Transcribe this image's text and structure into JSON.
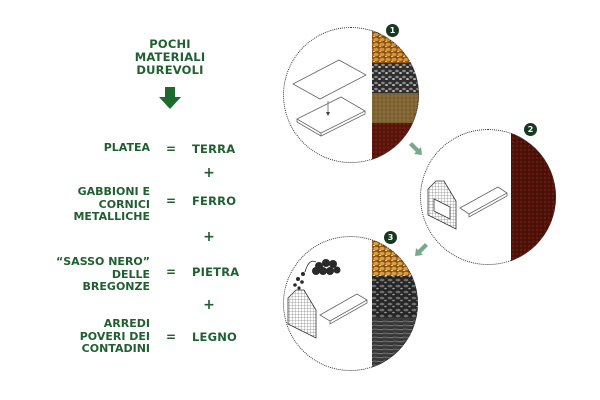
{
  "colors": {
    "text_green": "#1f5f30",
    "badge_bg": "#17391f",
    "flow_arrow": "#7aa88a",
    "soil_red": "#6a1a10",
    "sand": "#8a6a3a",
    "gravel_dark": "#3a3a3a",
    "wood_orange": "#b47a2a"
  },
  "header": {
    "title_lines": [
      "POCHI",
      "MATERIALI",
      "DUREVOLI"
    ],
    "arrow_icon": "down-arrow-icon"
  },
  "equations": [
    {
      "lhs_lines": [
        "PLATEA"
      ],
      "eq": "=",
      "rhs": "TERRA"
    },
    {
      "lhs_lines": [
        "GABBIONI E",
        "CORNICI",
        "METALLICHE"
      ],
      "eq": "=",
      "rhs": "FERRO"
    },
    {
      "lhs_lines": [
        "“SASSO NERO”",
        "DELLE",
        "BREGONZE"
      ],
      "eq": "=",
      "rhs": "PIETRA"
    },
    {
      "lhs_lines": [
        "ARREDI",
        "POVERI DEI",
        "CONTADINI"
      ],
      "eq": "=",
      "rhs": "LEGNO"
    }
  ],
  "plus_sign": "+",
  "steps": [
    {
      "number": "1",
      "drawing": "exploded-slab",
      "materials": [
        "wood-chips",
        "gravel",
        "sand",
        "red-soil"
      ]
    },
    {
      "number": "2",
      "drawing": "gabion-frame-on-slab",
      "materials": [
        "red-soil"
      ]
    },
    {
      "number": "3",
      "drawing": "gabion-filled-with-stones",
      "materials": [
        "wood-chips",
        "black-stone",
        "layered-rock"
      ]
    }
  ],
  "flow_arrows": [
    "arrow-step1-to-step2",
    "arrow-step2-to-step3"
  ]
}
